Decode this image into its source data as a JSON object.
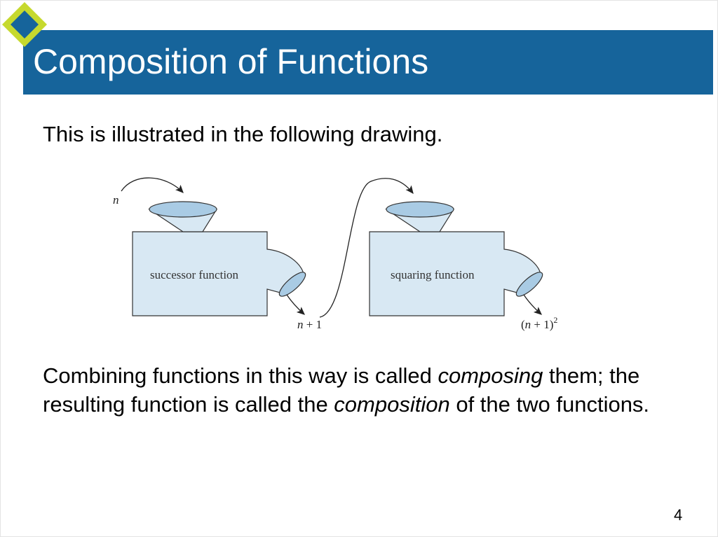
{
  "slide": {
    "title": "Composition of Functions",
    "intro": "This is illustrated in the following drawing.",
    "paragraph": {
      "part1": "Combining functions in this way is called ",
      "emph1": "composing",
      "part2": " them; the resulting function is called the ",
      "emph2": "composition",
      "part3": " of the two functions."
    },
    "page_number": "4"
  },
  "figure": {
    "input_label": "n",
    "machine1_label": "successor function",
    "output1": {
      "var": "n",
      "rest": " + 1"
    },
    "machine2_label": "squaring function",
    "output2": {
      "open": "(",
      "var": "n",
      "rest": " + 1)",
      "exp": "2"
    }
  },
  "colors": {
    "title_bar": "#16649b",
    "machine_fill": "#d8e8f3",
    "accent_diamond": "#c6d92e"
  }
}
